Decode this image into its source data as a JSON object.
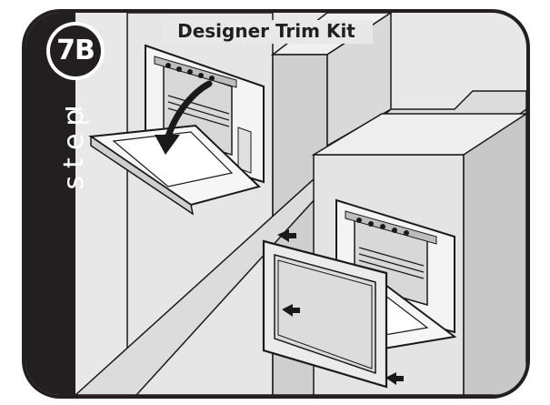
{
  "header": {
    "title": "Designer Trim Kit",
    "step_badge": "7B",
    "step_word": "step"
  },
  "colors": {
    "frame": "#231f20",
    "background": "#ffffff",
    "wall_light": "#e6e6e6",
    "wall_mid": "#d4d4d4",
    "wall_dark": "#c4c4c4",
    "appliance": "#f2f2f2",
    "line": "#1a1a1a"
  },
  "icons": [
    "step-badge-icon",
    "arrow-icon"
  ]
}
